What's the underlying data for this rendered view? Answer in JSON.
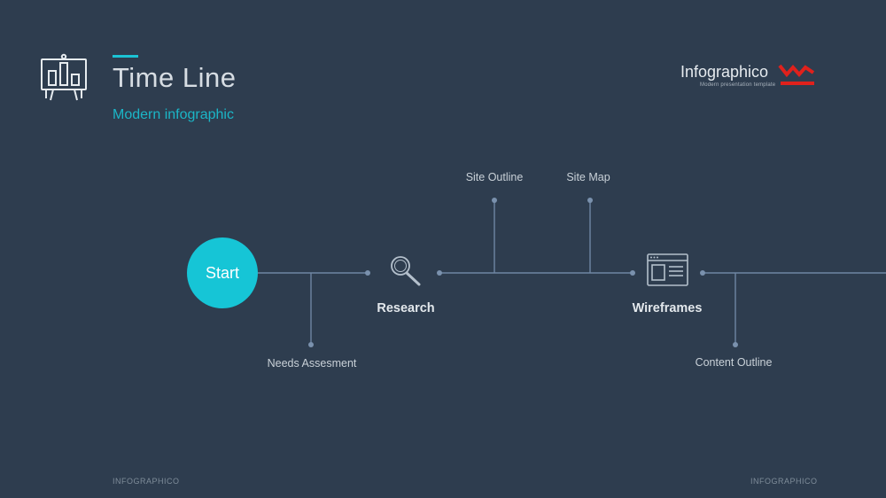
{
  "header": {
    "title": "Time Line",
    "subtitle": "Modern infographic",
    "icon": "presentation-board-icon",
    "accent_color": "#1bc3d4"
  },
  "logo": {
    "name": "Infographico",
    "tagline": "Modern presentation template",
    "mark_color": "#e0211c",
    "mark_icon": "crown-w-logo-icon"
  },
  "timeline": {
    "start_label": "Start",
    "start_color": "#16c5d6",
    "line_color": "#6f86a3",
    "milestones": [
      {
        "label": "Research",
        "icon": "magnifier-icon"
      },
      {
        "label": "Wireframes",
        "icon": "browser-window-icon"
      }
    ],
    "branches": [
      {
        "label": "Needs Assesment",
        "position": "below"
      },
      {
        "label": "Site Outline",
        "position": "above"
      },
      {
        "label": "Site Map",
        "position": "above"
      },
      {
        "label": "Content Outline",
        "position": "below"
      }
    ]
  },
  "footer": {
    "left": "INFOGRAPHICO",
    "right": "INFOGRAPHICO"
  }
}
